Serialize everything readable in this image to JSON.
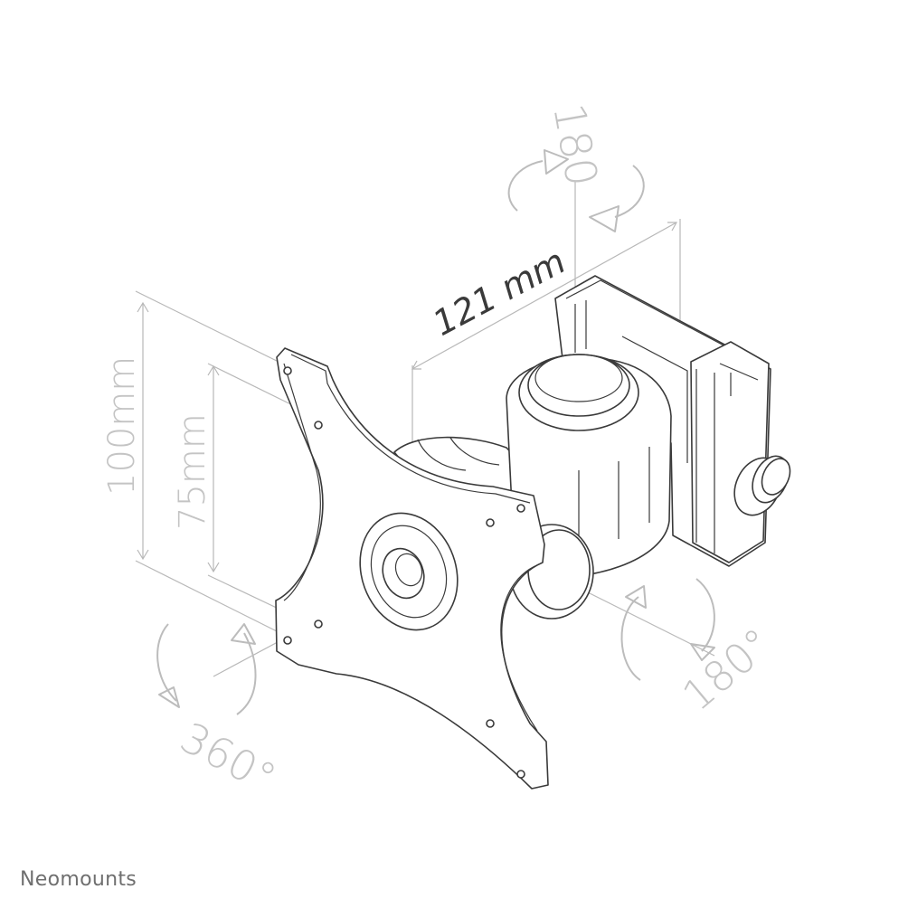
{
  "labels": {
    "rotate_top": "180",
    "width": "121 mm",
    "height_outer": "100mm",
    "height_inner": "75mm",
    "rotate_right": "180°",
    "rotate_left": "360°"
  },
  "brand": "Neomounts",
  "colors": {
    "outline": "#3a3a3a",
    "dimension": "#b8b8b8",
    "light_text": "#c4c4c4",
    "brand": "#6f6f6f"
  }
}
